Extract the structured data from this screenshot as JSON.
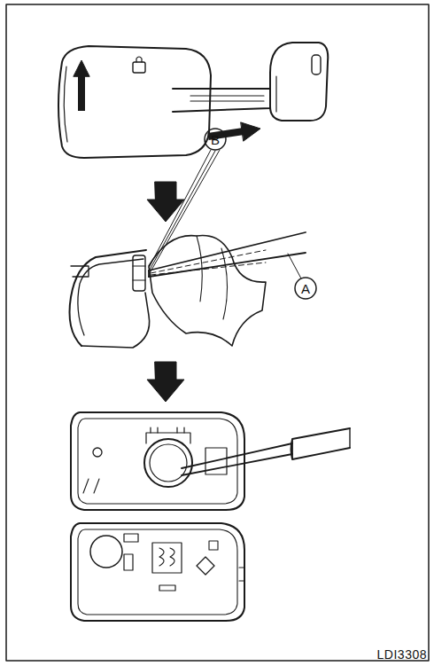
{
  "diagram": {
    "labels": [
      "B",
      "A",
      "LDI3308"
    ]
  }
}
